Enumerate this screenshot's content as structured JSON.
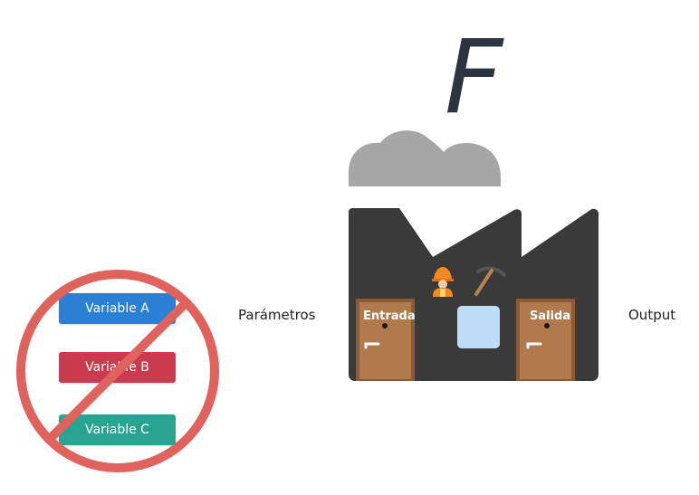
{
  "function_symbol": "F",
  "variables": [
    {
      "label": "Variable A",
      "color": "#2b7fd5"
    },
    {
      "label": "Variable B",
      "color": "#cc3a4f"
    },
    {
      "label": "Variable C",
      "color": "#27a592"
    }
  ],
  "inputs_label": "Parámetros",
  "output_label": "Output",
  "factory": {
    "entrance_label": "Entrada",
    "exit_label": "Salida",
    "body_color": "#3a3a3a",
    "cloud_color": "#a6a6a6",
    "door_color": "#b07a4c",
    "window_color": "#bcdcf7"
  },
  "prohibition_color": "#e0625c",
  "icons": [
    "worker-icon",
    "pickaxe-icon",
    "prohibition-icon",
    "cloud-icon",
    "factory-icon"
  ]
}
